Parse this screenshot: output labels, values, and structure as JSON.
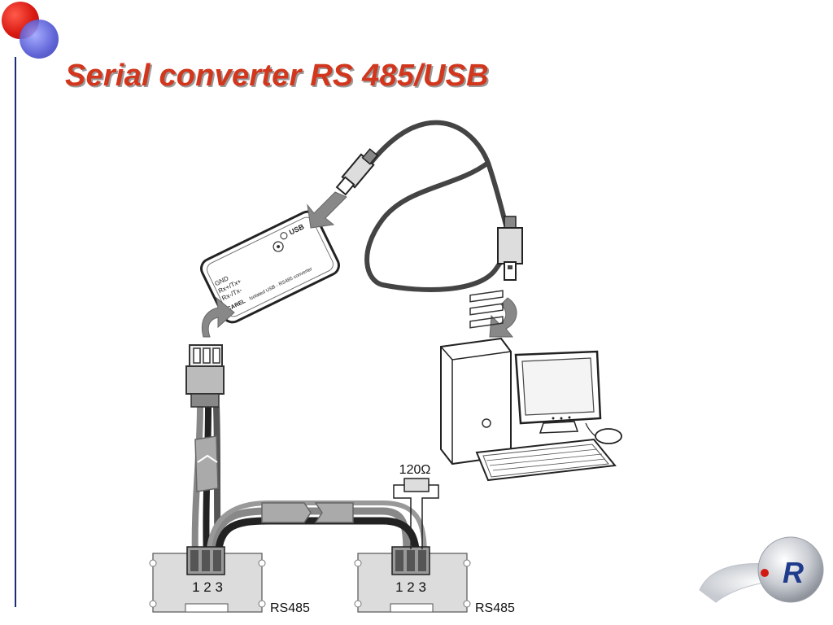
{
  "slide": {
    "title": "Serial converter RS 485/USB"
  },
  "converter": {
    "usb_label": "USB",
    "pins": [
      "GND",
      "Rx+/Tx+",
      "Rx-/Tx-"
    ],
    "brand": "CAREL",
    "desc": "Isolated USB - RS485 converter"
  },
  "terminator": {
    "label": "120Ω"
  },
  "terminal_blocks": [
    {
      "pins": "1 2 3",
      "label": "RS485"
    },
    {
      "pins": "1 2 3",
      "label": "RS485"
    }
  ],
  "logo": {
    "letter": "R"
  },
  "colors": {
    "title": "#d2361c",
    "arrow": "#808080",
    "rule": "#1c2a78"
  }
}
